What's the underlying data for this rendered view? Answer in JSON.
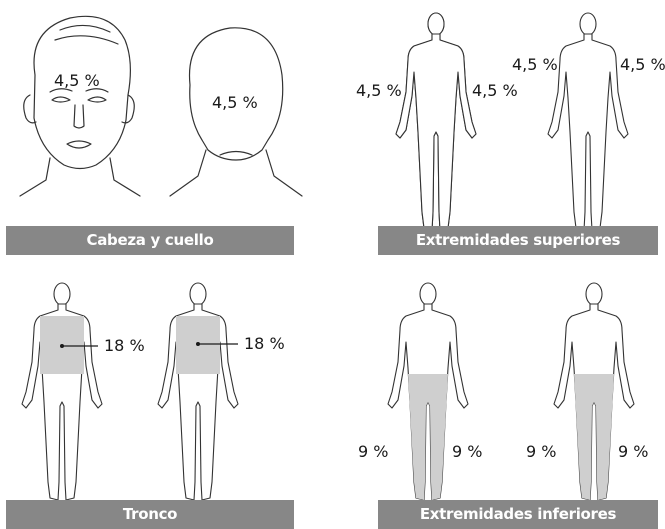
{
  "sections": {
    "head_neck": {
      "label": "Cabeza y cuello",
      "front_pct": "4,5 %",
      "back_pct": "4,5 %"
    },
    "upper_limbs": {
      "label": "Extremidades superiores",
      "front_right_pct": "4,5 %",
      "front_left_pct": "4,5 %",
      "back_right_pct": "4,5 %",
      "back_left_pct": "4,5 %"
    },
    "trunk": {
      "label": "Tronco",
      "front_pct": "18 %",
      "back_pct": "18 %"
    },
    "lower_limbs": {
      "label": "Extremidades inferiores",
      "front_right_pct": "9 %",
      "front_left_pct": "9 %",
      "back_right_pct": "9 %",
      "back_left_pct": "9 %"
    }
  },
  "colors": {
    "highlight": "#cfcfcf",
    "label_bar": "#878787",
    "outline": "#333333"
  }
}
